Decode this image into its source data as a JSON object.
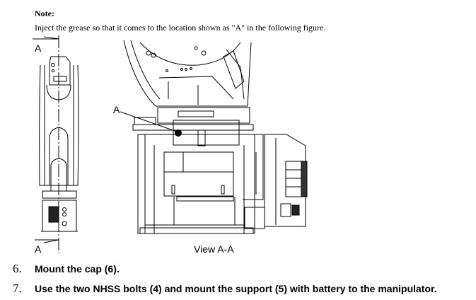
{
  "note": {
    "title": "Note:",
    "text": "Inject the grease so that it comes to the location shown as \"A\" in the following figure."
  },
  "figure": {
    "section_label_top": "A",
    "section_label_bottom": "A",
    "callout_label": "A",
    "caption": "View A-A"
  },
  "steps": [
    {
      "number": "6.",
      "text": "Mount the cap (6)."
    },
    {
      "number": "7.",
      "text": "Use the two NHSS bolts (4) and mount the support (5) with battery to the manipulator."
    }
  ]
}
